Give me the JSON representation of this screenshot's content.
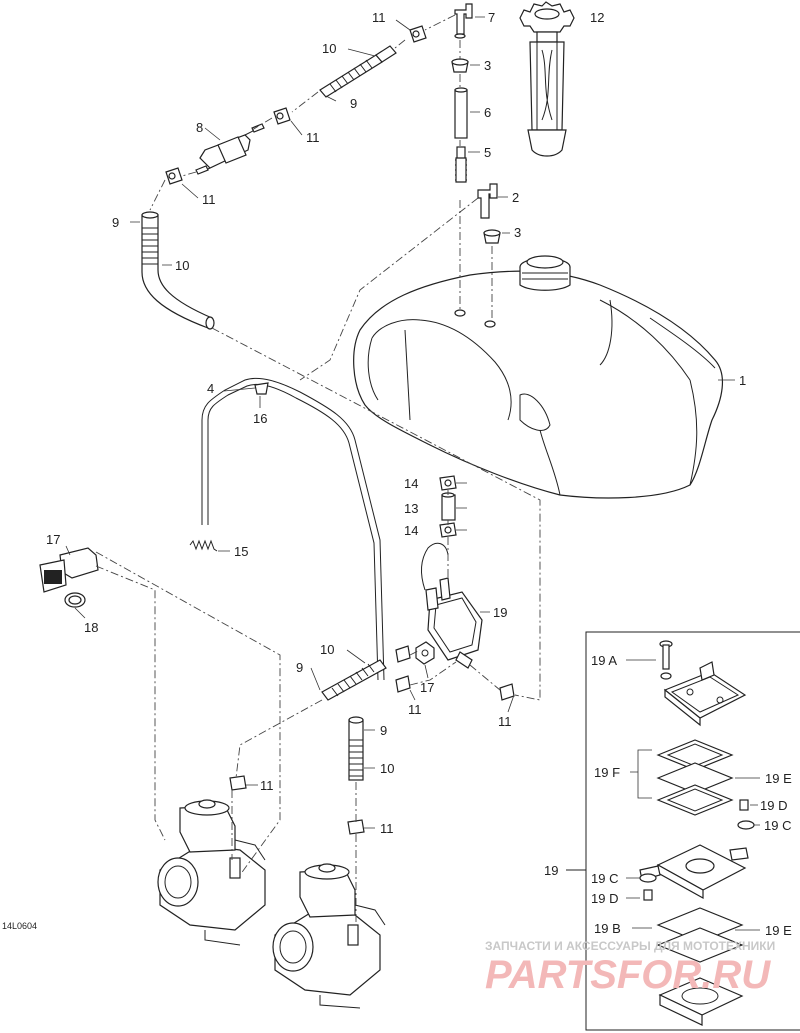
{
  "diagram_code": "14L0604",
  "callouts": {
    "c1": "1",
    "c2": "2",
    "c3a": "3",
    "c3b": "3",
    "c4": "4",
    "c5": "5",
    "c6": "6",
    "c7": "7",
    "c8": "8",
    "c9a": "9",
    "c9b": "9",
    "c9c": "9",
    "c9d": "9",
    "c10a": "10",
    "c10b": "10",
    "c10c": "10",
    "c10d": "10",
    "c11a": "11",
    "c11b": "11",
    "c11c": "11",
    "c11d": "11",
    "c11e": "11",
    "c11f": "11",
    "c11g": "11",
    "c12": "12",
    "c13": "13",
    "c14a": "14",
    "c14b": "14",
    "c15": "15",
    "c16": "16",
    "c17a": "17",
    "c17b": "17",
    "c18": "18",
    "c19a": "19",
    "c19b": "19",
    "c19A": "19 A",
    "c19F": "19 F",
    "c19Ea": "19 E",
    "c19Da": "19 D",
    "c19Ca": "19 C",
    "c19Cb": "19 C",
    "c19Db": "19 D",
    "c19B": "19 B",
    "c19Eb": "19 E"
  },
  "watermark": {
    "line1": "ЗАПЧАСТИ И АКСЕССУАРЫ ДЛЯ МОТОТЕХНИКИ",
    "line2": "PARTSFOR.RU"
  }
}
